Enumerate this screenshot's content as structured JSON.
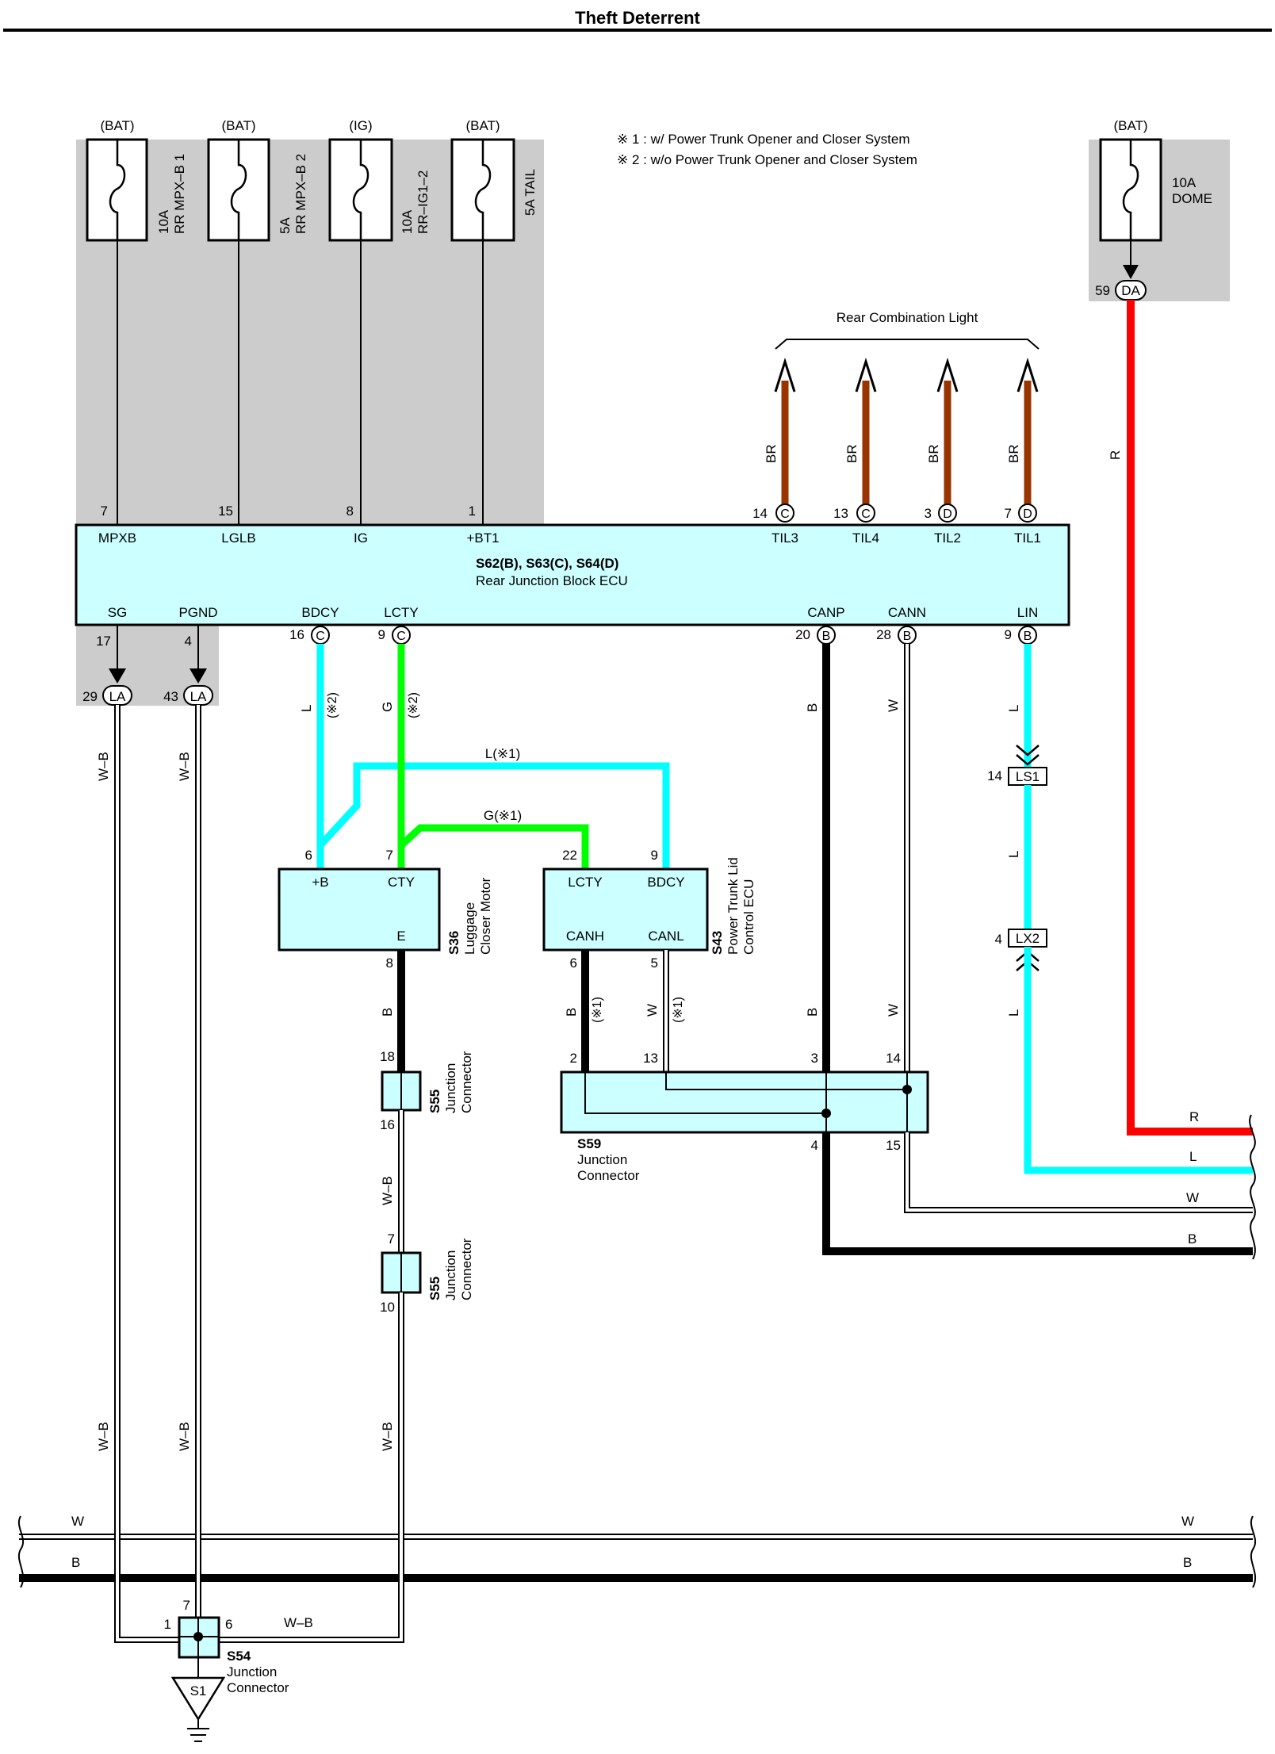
{
  "title": "Theft Deterrent",
  "notes": [
    "※ 1 : w/ Power Trunk Opener and Closer System",
    "※ 2 : w/o Power Trunk Opener and Closer System"
  ],
  "colors": {
    "R": "#ff0000",
    "L": "#00ffff",
    "G": "#00ff00",
    "B": "#000000",
    "BR": "#993300",
    "W": "#ffffff",
    "shade": "#cccccc",
    "box": "#ccffff"
  },
  "fuses": [
    {
      "source": "(BAT)",
      "rating": "10A",
      "name": "RR MPX–B 1",
      "pin": "7",
      "term": "MPXB"
    },
    {
      "source": "(BAT)",
      "rating": "5A",
      "name": "RR MPX–B 2",
      "pin": "15",
      "term": "LGLB"
    },
    {
      "source": "(IG)",
      "rating": "10A",
      "name": "RR–IG1–2",
      "pin": "8",
      "term": "IG"
    },
    {
      "source": "(BAT)",
      "rating": "",
      "name": "5A TAIL",
      "pin": "1",
      "term": "+BT1"
    }
  ],
  "dome_fuse": {
    "source": "(BAT)",
    "rating": "10A",
    "name": "DOME",
    "pin": "59",
    "conn": "DA",
    "wire": "R"
  },
  "rear_light": {
    "label": "Rear Combination Light",
    "outputs": [
      {
        "pin": "14",
        "conn": "C",
        "term": "TIL3",
        "wire": "BR"
      },
      {
        "pin": "13",
        "conn": "C",
        "term": "TIL4",
        "wire": "BR"
      },
      {
        "pin": "3",
        "conn": "D",
        "term": "TIL2",
        "wire": "BR"
      },
      {
        "pin": "7",
        "conn": "D",
        "term": "TIL1",
        "wire": "BR"
      }
    ]
  },
  "ecu": {
    "code": "S62(B), S63(C), S64(D)",
    "name": "Rear Junction Block ECU",
    "bottom": [
      {
        "term": "SG",
        "pin": "17"
      },
      {
        "term": "PGND",
        "pin": "4"
      },
      {
        "term": "BDCY",
        "pin": "16",
        "conn": "C"
      },
      {
        "term": "LCTY",
        "pin": "9",
        "conn": "C"
      },
      {
        "term": "CANP",
        "pin": "20",
        "conn": "B"
      },
      {
        "term": "CANN",
        "pin": "28",
        "conn": "B"
      },
      {
        "term": "LIN",
        "pin": "9",
        "conn": "B"
      }
    ]
  },
  "la_connectors": [
    {
      "pin": "29",
      "conn": "LA",
      "wire": "W–B"
    },
    {
      "pin": "43",
      "conn": "LA",
      "wire": "W–B"
    }
  ],
  "motor": {
    "code": "S36",
    "name1": "Luggage",
    "name2": "Closer Motor",
    "terms": [
      {
        "term": "+B",
        "pin": "6"
      },
      {
        "term": "CTY",
        "pin": "7"
      },
      {
        "term": "E",
        "pin": "8"
      }
    ]
  },
  "trunk_ecu": {
    "code": "S43",
    "name1": "Power Trunk Lid",
    "name2": "Control ECU",
    "terms": [
      {
        "term": "LCTY",
        "pin": "22"
      },
      {
        "term": "BDCY",
        "pin": "9"
      },
      {
        "term": "CANH",
        "pin": "6"
      },
      {
        "term": "CANL",
        "pin": "5"
      }
    ]
  },
  "wire_labels": {
    "bdcy": "L",
    "bdcy_note": "(※2)",
    "lcty": "G",
    "lcty_note": "(※2)",
    "l1": "L(※1)",
    "g1": "G(※1)",
    "canp": "B",
    "cann": "W",
    "lin": "L",
    "canh": "B",
    "canh_note": "(※1)",
    "canl": "W",
    "canl_note": "(※1)",
    "e": "B",
    "s55_wb": "W–B",
    "s55b_wb": "W–B",
    "ls1_l": "L",
    "lx2_l": "L",
    "wb_left1": "W–B",
    "wb_left2": "W–B",
    "s54_wb": "W–B",
    "s59_b": "B",
    "s59_w": "W",
    "dome_r": "R"
  },
  "lin_connectors": [
    {
      "pin": "14",
      "conn": "LS1"
    },
    {
      "pin": "4",
      "conn": "LX2"
    }
  ],
  "s55a": {
    "code": "S55",
    "name1": "Junction",
    "name2": "Connector",
    "pin_in": "18",
    "pin_out": "16"
  },
  "s55b": {
    "code": "S55",
    "name1": "Junction",
    "name2": "Connector",
    "pin_in": "7",
    "pin_out": "10"
  },
  "s59": {
    "code": "S59",
    "name1": "Junction",
    "name2": "Connector",
    "pins": [
      "2",
      "13",
      "3",
      "14",
      "4",
      "15"
    ]
  },
  "s54": {
    "code": "S54",
    "name1": "Junction",
    "name2": "Connector",
    "pins": [
      "7",
      "1",
      "6"
    ]
  },
  "ground": {
    "conn": "S1"
  },
  "right_exits": [
    "R",
    "L",
    "W",
    "B"
  ],
  "bus": {
    "w_left": "W",
    "w_right": "W",
    "b_left": "B",
    "b_right": "B"
  }
}
